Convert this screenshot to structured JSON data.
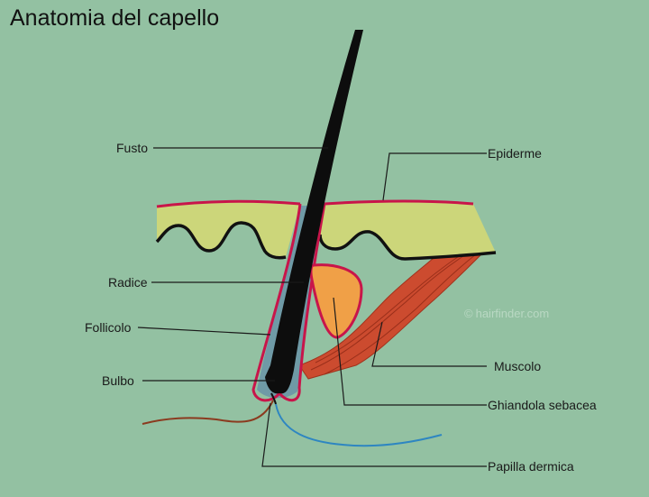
{
  "title": "Anatomia del capello",
  "labels": {
    "fusto": "Fusto",
    "radice": "Radice",
    "follicolo": "Follicolo",
    "bulbo": "Bulbo",
    "epiderme": "Epiderme",
    "muscolo": "Muscolo",
    "ghiandola": "Ghiandola sebacea",
    "papilla": "Papilla dermica"
  },
  "watermark": {
    "symbol": "©",
    "text": "hairfinder.com"
  },
  "colors": {
    "background": "#93c1a2",
    "epidermis": "#ccd67a",
    "follicle_outline": "#c8154a",
    "root_sheath": "#6f9aa6",
    "hair_shaft": "#0d0d0d",
    "sebaceous_gland": "#f0a047",
    "muscle": "#cc4b2f",
    "nerve_brown": "#8b3a1f",
    "vessel_blue": "#2e86c1"
  }
}
